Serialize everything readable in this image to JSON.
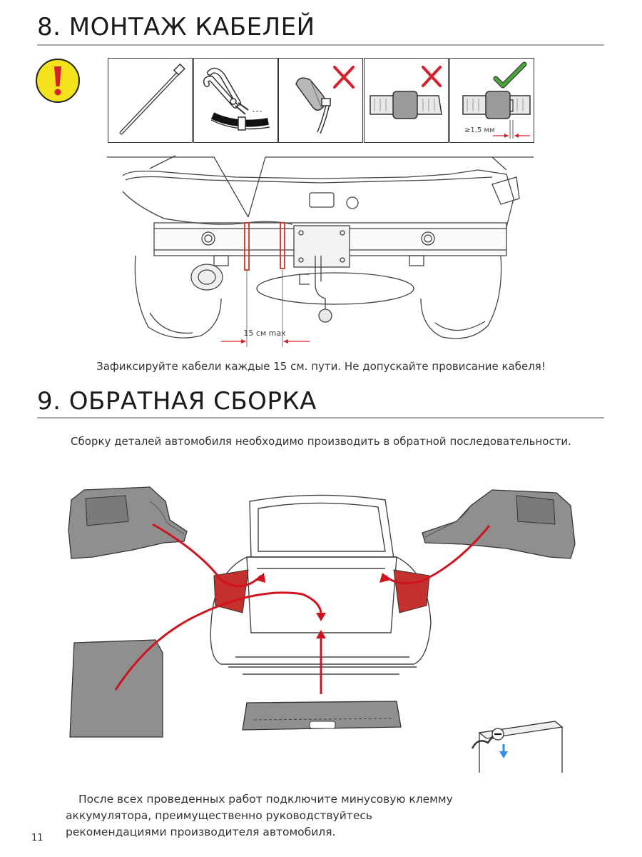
{
  "section8": {
    "title": "8. МОНТАЖ КАБЕЛЕЙ",
    "dimension_label": "≥1,5 мм",
    "spacing_label": "15 см max",
    "caption": "Зафиксируйте кабели каждые 15 см. пути. Не допускайте провисание кабеля!"
  },
  "section9": {
    "title": "9. ОБРАТНАЯ СБОРКА",
    "caption": "Сборку деталей автомобиля необходимо производить в обратной последовательности.",
    "battery_note": "После всех проведенных работ подключите минусовую клемму аккумулятора, преимущественно руководствуйтесь рекомендациями производителя автомобиля."
  },
  "page_number": "11",
  "colors": {
    "warning_yellow": "#f3e21b",
    "warning_red": "#d8202a",
    "arrow_red": "#d0131f",
    "check_green": "#4aa63a",
    "cross_red": "#d8202a",
    "part_gray": "#8f8f8f",
    "rule_gray": "#a8a8a8"
  },
  "icons": [
    "warning-icon",
    "cable-tie-icon",
    "cutter-icon",
    "cross-icon",
    "check-icon",
    "battery-minus-icon",
    "blue-arrow-icon"
  ]
}
